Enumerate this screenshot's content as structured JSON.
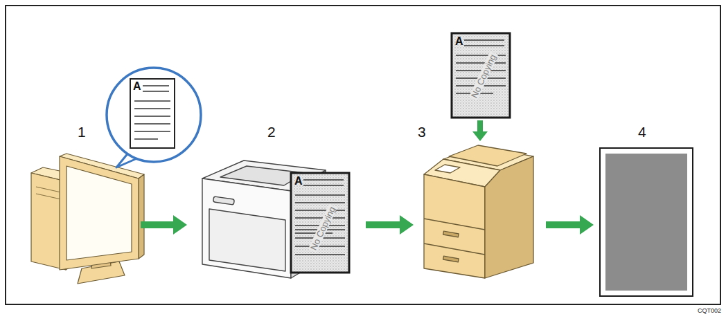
{
  "diagram": {
    "labels": [
      "1",
      "A",
      "2",
      "A",
      "No Copying",
      "A",
      "No Copying",
      "3",
      "4",
      "CQT002"
    ]
  }
}
